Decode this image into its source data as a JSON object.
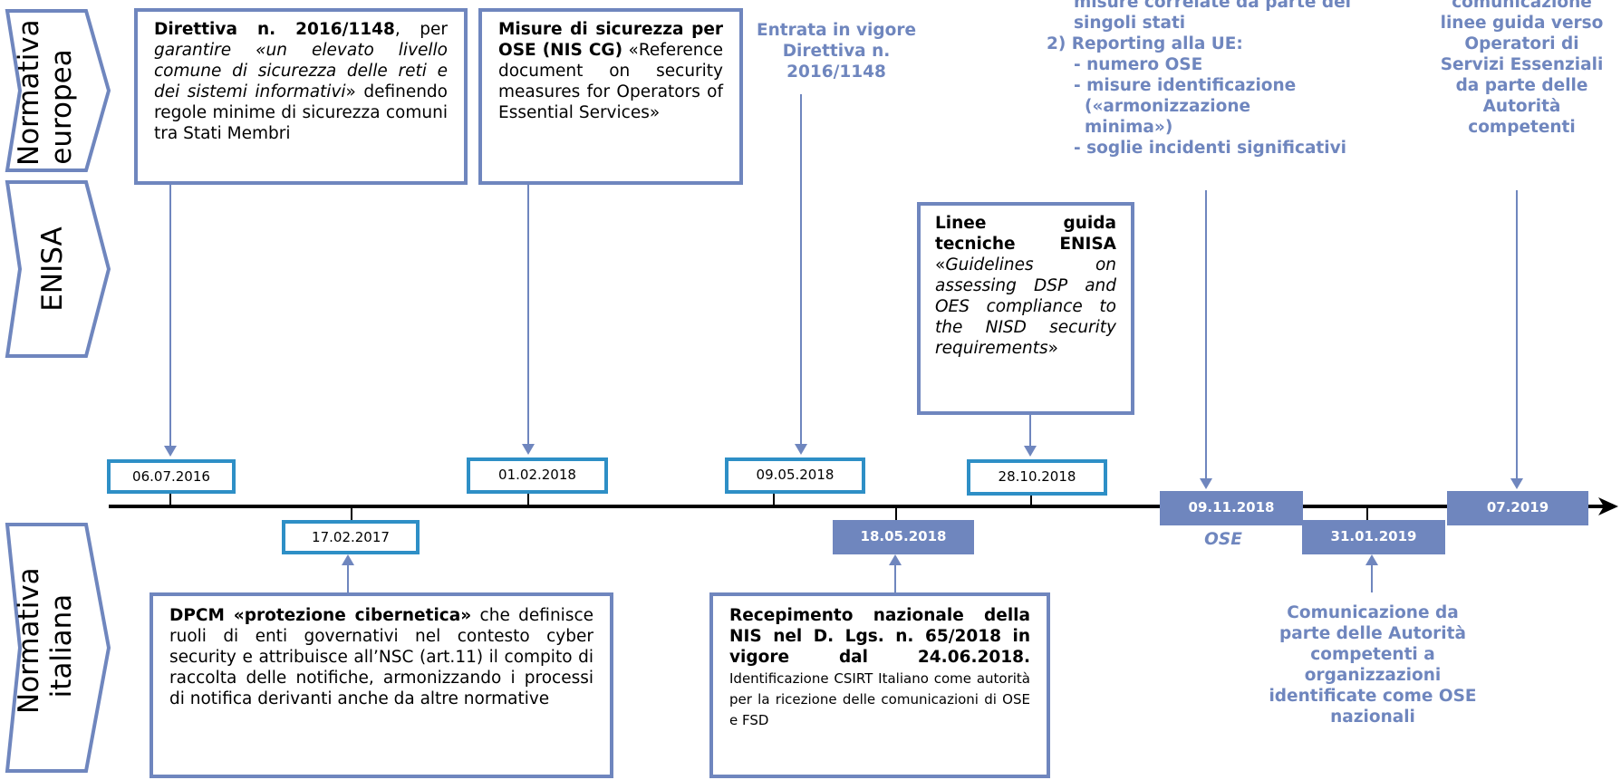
{
  "rows": {
    "europe": "Normativa europea",
    "europe_l1": "Normativa",
    "europe_l2": "europea",
    "enisa": "ENISA",
    "italy_l1": "Normativa",
    "italy_l2": "italiana"
  },
  "boxes": {
    "directive": {
      "bold": "Direttiva n. 2016/1148",
      "t1": ", per ",
      "italic": "garantire «un elevato livello comune di sicurezza delle reti e dei sistemi informativi",
      "t2": "» definendo regole minime di sicurezza comuni tra Stati Membri"
    },
    "nis_cg": {
      "bold": "Misure di sicurezza per OSE (NIS CG)",
      "text": "«Reference document on security measures for Operators of Essential Services»"
    },
    "enisa_guidelines": {
      "bold": "Linee guida tecniche ENISA",
      "q1": "«",
      "italic": "Guidelines on assessing DSP and OES compliance to the NISD security requirements",
      "q2": "»"
    },
    "dpcm": {
      "bold": "DPCM «protezione cibernetica»",
      "text": " che definisce ruoli di enti governativi nel contesto cyber security e attribuisce all’NSC (art.11) il compito di raccolta delle notifiche, armonizzando i processi di notifica derivanti anche da altre normative"
    },
    "recepimento": {
      "bold": "Recepimento nazionale della NIS nel D. Lgs. n. 65/2018 in vigore dal 24.06.2018.",
      "text": " Identificazione CSIRT Italiano come autorità per la ricezione delle comunicazioni di OSE e FSD"
    }
  },
  "dates": {
    "d1": "06.07.2016",
    "d2": "17.02.2017",
    "d3": "01.02.2018",
    "d4": "09.05.2018",
    "d5": "18.05.2018",
    "d6": "28.10.2018",
    "d7": "09.11.2018",
    "d8": "31.01.2019",
    "d9": "07.2019"
  },
  "notes": {
    "entry": "Entrata in vigore Direttiva n. 2016/1148",
    "ose": "OSE",
    "top_l1": "misure correlate da parte dei",
    "top_l2": "singoli stati",
    "top_l3": "2) Reporting alla UE:",
    "top_b1": "numero OSE",
    "top_b2a": "misure identificazione",
    "top_b2b": "(«armonizzazione",
    "top_b2c": "minima»)",
    "top_b3": "soglie incidenti significativi",
    "right": "comunicazione linee guida verso Operatori di Servizi Essenziali da parte delle Autorità competenti",
    "bottom": "Comunicazione da parte delle Autorità competenti a organizzazioni identificate come OSE nazionali"
  },
  "colors": {
    "accent": "#6f86be",
    "date_border": "#2e8fc6",
    "timeline": "#000000"
  }
}
